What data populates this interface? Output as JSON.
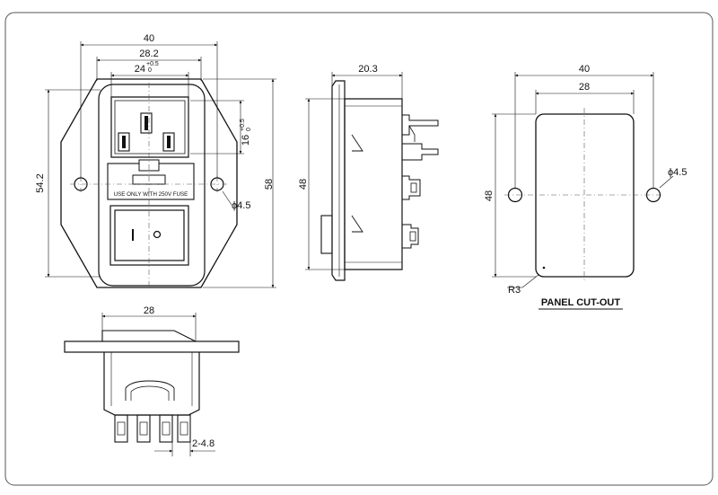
{
  "front_view": {
    "dim_width_total": "40",
    "dim_width_mid": "28.2",
    "dim_width_inner": "24",
    "dim_width_inner_tol_top": "+0.5",
    "dim_width_inner_tol_bottom": "0",
    "dim_height_left": "54.2",
    "dim_height_right": "58",
    "dim_inlet_height": "16",
    "dim_inlet_tol_top": "+0.5",
    "dim_inlet_tol_bottom": "0",
    "hole_dia": "ϕ4.5",
    "fuse_label": "USE ONLY WITH 250V FUSE"
  },
  "side_view": {
    "dim_depth": "20.3",
    "dim_height": "48"
  },
  "bottom_view": {
    "dim_width": "28",
    "dim_terminal": "2-4.8"
  },
  "panel_cutout": {
    "title": "PANEL CUT-OUT",
    "dim_total": "40",
    "dim_inner": "28",
    "dim_height": "48",
    "hole_dia": "ϕ4.5",
    "corner_radius": "R3"
  }
}
